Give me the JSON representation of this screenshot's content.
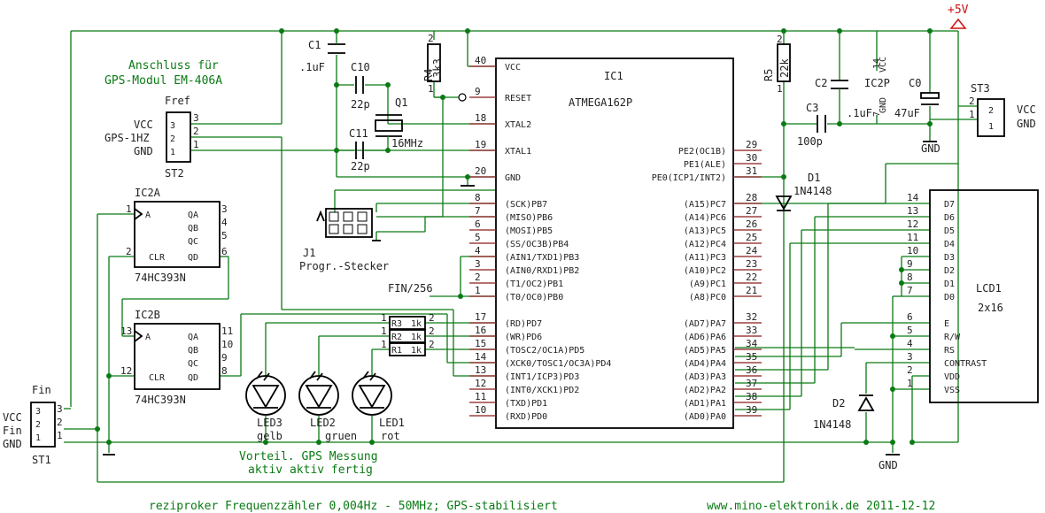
{
  "colors": {
    "wire": "#0a7a14",
    "part": "#000000",
    "pin": "#8b1a1a",
    "label": "#222222",
    "supply": "#d01010"
  },
  "supply_label": "+5V",
  "gps_note": [
    "Anschluss für",
    "GPS-Modul EM-406A"
  ],
  "st2": {
    "name": "ST2",
    "ref": "Fref",
    "labels": [
      "VCC",
      "GPS-1HZ",
      "GND"
    ],
    "pins": [
      "3",
      "2",
      "1"
    ]
  },
  "st1": {
    "name": "ST1",
    "ref": "Fin",
    "labels": [
      "VCC",
      "Fin",
      "GND"
    ],
    "pins": [
      "3",
      "2",
      "1"
    ]
  },
  "st3": {
    "name": "ST3",
    "labels": [
      "VCC",
      "GND"
    ],
    "pins": [
      "2",
      "1"
    ]
  },
  "c1": {
    "name": "C1",
    "value": ".1uF"
  },
  "c10": {
    "name": "C10",
    "value": "22p"
  },
  "c11": {
    "name": "C11",
    "value": "22p"
  },
  "q1": {
    "name": "Q1",
    "value": "16MHz"
  },
  "r4": {
    "name": "R4",
    "value": "3k3",
    "pins": [
      "2",
      "1"
    ]
  },
  "r5": {
    "name": "R5",
    "value": "22k",
    "pins": [
      "2",
      "1"
    ]
  },
  "c2": {
    "name": "C2",
    "value": ".1uF"
  },
  "c3": {
    "name": "C3",
    "value": "100p"
  },
  "c0": {
    "name": "C0",
    "value": "47uF"
  },
  "ic2p": {
    "name": "IC2P",
    "vcc": "VCC",
    "gnd": "GND",
    "p14": "14",
    "p7": "7"
  },
  "d1": {
    "name": "D1",
    "value": "1N4148"
  },
  "d2": {
    "name": "D2",
    "value": "1N4148"
  },
  "gnd": "GND",
  "j1": {
    "name": "J1",
    "label": "Progr.-Stecker"
  },
  "fin_256": "FIN/256",
  "ic1": {
    "name": "IC1",
    "part": "ATMEGA162P",
    "left": [
      {
        "n": "40",
        "s": "VCC"
      },
      {
        "n": "9",
        "s": "RESET"
      },
      {
        "n": "18",
        "s": "XTAL2"
      },
      {
        "n": "19",
        "s": "XTAL1"
      },
      {
        "n": "20",
        "s": "GND"
      },
      {
        "n": "8",
        "s": "(SCK)PB7"
      },
      {
        "n": "7",
        "s": "(MISO)PB6"
      },
      {
        "n": "6",
        "s": "(MOSI)PB5"
      },
      {
        "n": "5",
        "s": "(SS/OC3B)PB4"
      },
      {
        "n": "4",
        "s": "(AIN1/TXD1)PB3"
      },
      {
        "n": "3",
        "s": "(AIN0/RXD1)PB2"
      },
      {
        "n": "2",
        "s": "(T1/OC2)PB1"
      },
      {
        "n": "1",
        "s": "(T0/OC0)PB0"
      },
      {
        "n": "17",
        "s": "(RD)PD7"
      },
      {
        "n": "16",
        "s": "(WR)PD6"
      },
      {
        "n": "15",
        "s": "(TOSC2/OC1A)PD5"
      },
      {
        "n": "14",
        "s": "(XCK0/TOSC1/OC3A)PD4"
      },
      {
        "n": "13",
        "s": "(INT1/ICP3)PD3"
      },
      {
        "n": "12",
        "s": "(INT0/XCK1)PD2"
      },
      {
        "n": "11",
        "s": "(TXD)PD1"
      },
      {
        "n": "10",
        "s": "(RXD)PD0"
      }
    ],
    "right": [
      {
        "n": "29",
        "s": "PE2(OC1B)"
      },
      {
        "n": "30",
        "s": "PE1(ALE)"
      },
      {
        "n": "31",
        "s": "PE0(ICP1/INT2)"
      },
      {
        "n": "28",
        "s": "(A15)PC7"
      },
      {
        "n": "27",
        "s": "(A14)PC6"
      },
      {
        "n": "26",
        "s": "(A13)PC5"
      },
      {
        "n": "25",
        "s": "(A12)PC4"
      },
      {
        "n": "24",
        "s": "(A11)PC3"
      },
      {
        "n": "23",
        "s": "(A10)PC2"
      },
      {
        "n": "22",
        "s": "(A9)PC1"
      },
      {
        "n": "21",
        "s": "(A8)PC0"
      },
      {
        "n": "32",
        "s": "(AD7)PA7"
      },
      {
        "n": "33",
        "s": "(AD6)PA6"
      },
      {
        "n": "34",
        "s": "(AD5)PA5"
      },
      {
        "n": "35",
        "s": "(AD4)PA4"
      },
      {
        "n": "36",
        "s": "(AD3)PA3"
      },
      {
        "n": "37",
        "s": "(AD2)PA2"
      },
      {
        "n": "38",
        "s": "(AD1)PA1"
      },
      {
        "n": "39",
        "s": "(AD0)PA0"
      }
    ]
  },
  "ic2a": {
    "name": "IC2A",
    "part": "74HC393N",
    "a": "A",
    "clr": "CLR",
    "outs": [
      "QA",
      "QB",
      "QC",
      "QD"
    ],
    "out_pins": [
      "3",
      "4",
      "5",
      "6"
    ],
    "a_pin": "1",
    "clr_pin": "2"
  },
  "ic2b": {
    "name": "IC2B",
    "part": "74HC393N",
    "a": "A",
    "clr": "CLR",
    "outs": [
      "QA",
      "QB",
      "QC",
      "QD"
    ],
    "out_pins": [
      "11",
      "10",
      "9",
      "8"
    ],
    "a_pin": "13",
    "clr_pin": "12"
  },
  "rpack": [
    {
      "name": "R3",
      "value": "1k",
      "l": "1",
      "r": "2"
    },
    {
      "name": "R2",
      "value": "1k",
      "l": "1",
      "r": "2"
    },
    {
      "name": "R1",
      "value": "1k",
      "l": "1",
      "r": "2"
    }
  ],
  "leds": [
    {
      "name": "LED3",
      "color": "gelb"
    },
    {
      "name": "LED2",
      "color": "gruen"
    },
    {
      "name": "LED1",
      "color": "rot"
    }
  ],
  "led_note": [
    "Vorteil. GPS Messung",
    "aktiv  aktiv fertig"
  ],
  "lcd": {
    "name": "LCD1",
    "size": "2x16",
    "pins": [
      {
        "n": "14",
        "s": "D7"
      },
      {
        "n": "13",
        "s": "D6"
      },
      {
        "n": "12",
        "s": "D5"
      },
      {
        "n": "11",
        "s": "D4"
      },
      {
        "n": "10",
        "s": "D3"
      },
      {
        "n": "9",
        "s": "D2"
      },
      {
        "n": "8",
        "s": "D1"
      },
      {
        "n": "7",
        "s": "D0"
      },
      {
        "n": "6",
        "s": "E"
      },
      {
        "n": "5",
        "s": "R/W"
      },
      {
        "n": "4",
        "s": "RS"
      },
      {
        "n": "3",
        "s": "CONTRAST"
      },
      {
        "n": "2",
        "s": "VDD"
      },
      {
        "n": "1",
        "s": "VSS"
      }
    ]
  },
  "footer": {
    "title": "reziproker Frequenzzähler 0,004Hz - 50MHz; GPS-stabilisiert",
    "site": "www.mino-elektronik.de 2011-12-12"
  }
}
